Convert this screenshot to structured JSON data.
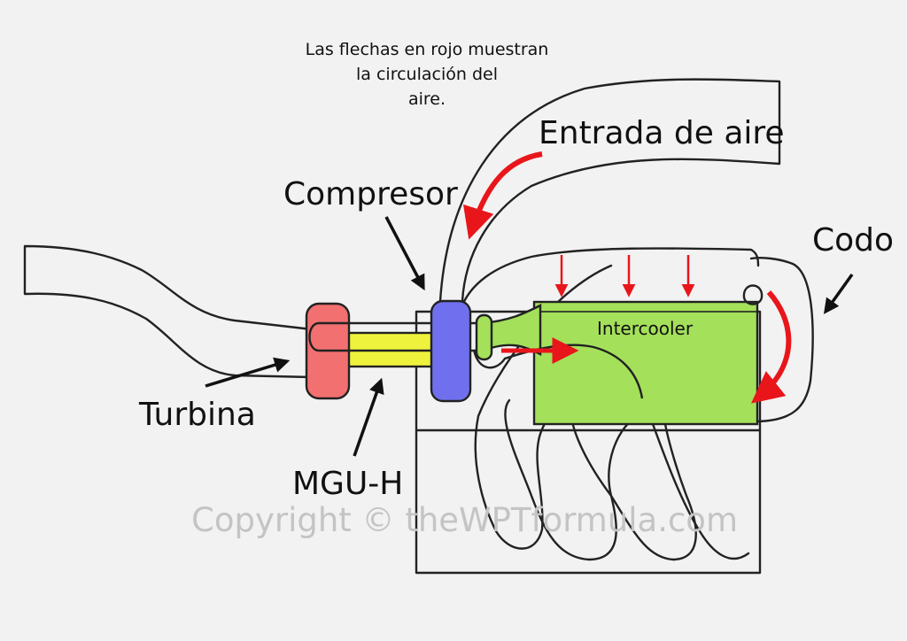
{
  "note": {
    "line1": "Las flechas en rojo muestran",
    "line2": "la circulación del",
    "line3": "aire."
  },
  "labels": {
    "air_intake": "Entrada de aire",
    "compressor": "Compresor",
    "elbow": "Codo",
    "turbine": "Turbina",
    "mguh": "MGU-H",
    "intercooler": "Intercooler"
  },
  "watermark": "Copyright © theWPTformula.com",
  "colors": {
    "airflow_arrow": "#e8161b",
    "label_arrow": "#111111",
    "turbine": "#f27070",
    "mguh_shaft": "#eef23c",
    "compressor": "#7070ee",
    "intercooler": "#a4e05a",
    "outline": "#222222",
    "watermark": "#c4c4c4",
    "background": "#f2f2f2"
  }
}
